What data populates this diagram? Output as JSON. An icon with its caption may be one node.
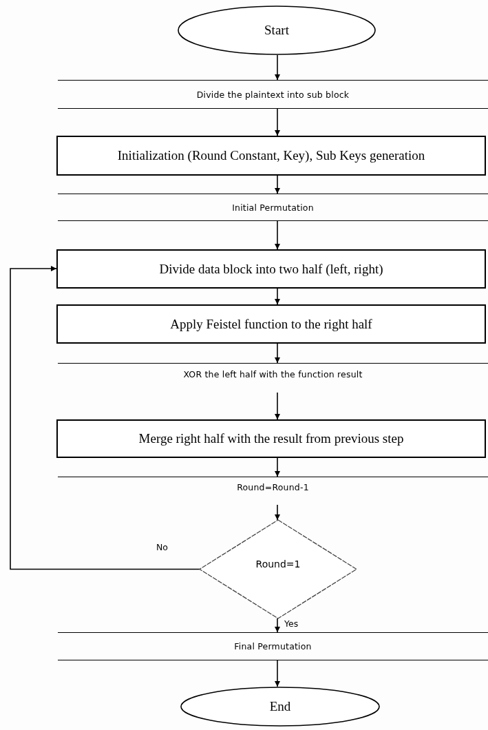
{
  "diagram": {
    "nodes": [
      {
        "text": [
          "Start"
        ]
      },
      {
        "text": [
          "Divide the plaintext into sub block"
        ]
      },
      {
        "text": [
          "Initialization (Round Constant, Key), Sub Keys generation"
        ]
      },
      {
        "text": [
          "Initial Permutation"
        ]
      },
      {
        "text": [
          "Divide data block into two half (left, right)"
        ]
      },
      {
        "text": [
          "Apply Feistel function to the right half"
        ]
      },
      {
        "text": [
          "XOR the left half with the function result"
        ]
      },
      {
        "text": [
          "Merge right half with the result from previous step"
        ]
      },
      {
        "text": [
          "Round=Round-1"
        ]
      },
      {
        "text": [
          "Round=1"
        ]
      },
      {
        "text": [
          "Final Permutation"
        ]
      },
      {
        "text": [
          "End"
        ]
      }
    ],
    "edges": [
      {
        "from": 0,
        "to": 1,
        "arrow": "to"
      },
      {
        "from": 1,
        "to": 2,
        "arrow": "to"
      },
      {
        "from": 2,
        "to": 3,
        "arrow": "to"
      },
      {
        "from": 3,
        "to": 4,
        "arrow": "to"
      },
      {
        "from": 4,
        "to": 5,
        "arrow": "to"
      },
      {
        "from": 5,
        "to": 6,
        "arrow": "to"
      },
      {
        "from": 6,
        "to": 7,
        "arrow": "to"
      },
      {
        "from": 7,
        "to": 8,
        "arrow": "to"
      },
      {
        "from": 8,
        "to": 9,
        "arrow": "to"
      },
      {
        "from": 9,
        "to": 10,
        "label": "Yes",
        "arrow": "to"
      },
      {
        "from": 9,
        "to": 4,
        "label": "No",
        "arrow": "to"
      },
      {
        "from": 10,
        "to": 11,
        "arrow": "to"
      }
    ]
  }
}
